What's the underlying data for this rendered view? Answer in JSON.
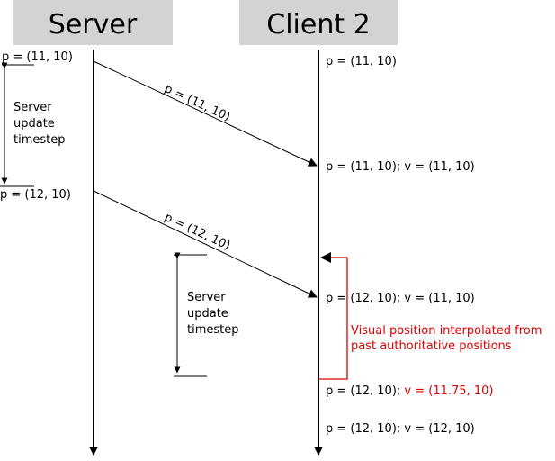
{
  "headers": {
    "server": "Server",
    "client": "Client 2"
  },
  "colors": {
    "header_bg": "#d3d3d3",
    "line": "#000000",
    "highlight": "#e00000"
  },
  "server_side": {
    "p1": "p = (11, 10)",
    "p2": "p = (12, 10)",
    "timestep_label_1": [
      "Server",
      "update",
      "timestep"
    ],
    "timestep_label_2": [
      "Server",
      "update",
      "timestep"
    ]
  },
  "messages": {
    "m1": "p = (11, 10)",
    "m2": "p = (12, 10)"
  },
  "client_side": {
    "s1": "p = (11, 10)",
    "s2": "p = (11, 10); v = (11, 10)",
    "s3": "p = (12, 10); v = (11, 10)",
    "s4_prefix": "p = (12, 10); ",
    "s4_highlight": "v = (11.75, 10)",
    "s5": "p = (12, 10); v = (12, 10)"
  },
  "annotation": {
    "line1": "Visual position interpolated from",
    "line2": "past authoritative positions"
  },
  "icons": [
    "arrowhead-icon"
  ]
}
